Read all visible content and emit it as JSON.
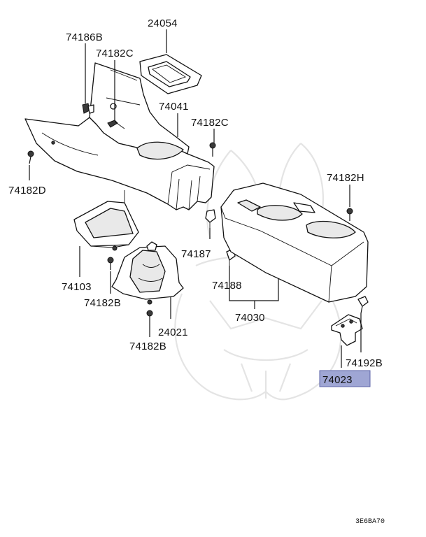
{
  "diagram": {
    "figure_code": "3E6BA70",
    "highlight_color": "#9fa6d4",
    "labels": {
      "l24054": "24054",
      "l74186B": "74186B",
      "l74182C_top": "74182C",
      "l74041": "74041",
      "l74182C_right": "74182C",
      "l74182D": "74182D",
      "l74182H": "74182H",
      "l74187": "74187",
      "l74103": "74103",
      "l74182B_left": "74182B",
      "l74188": "74188",
      "l74030": "74030",
      "l24021": "24021",
      "l74182B_bottom": "74182B",
      "l74192B": "74192B",
      "l74023": "74023"
    }
  }
}
